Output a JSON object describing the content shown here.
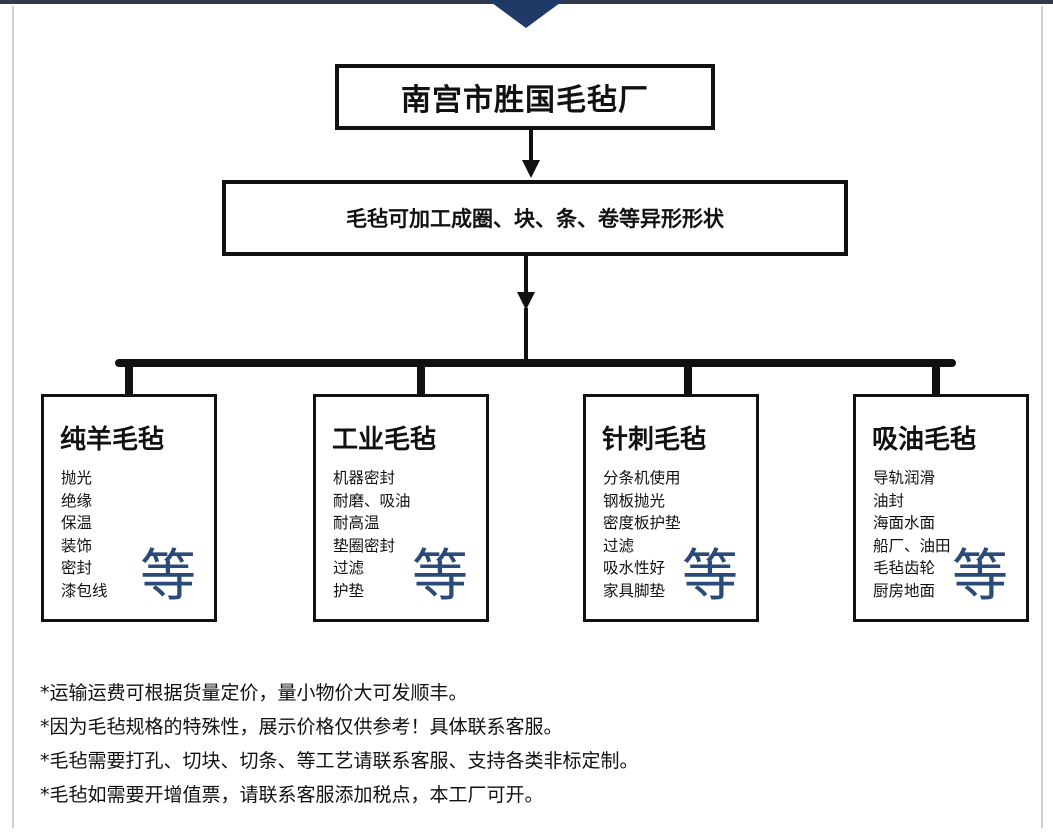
{
  "factory": {
    "name": "南宫市胜国毛毡厂"
  },
  "process": {
    "text": "毛毡可加工成圈、块、条、卷等异形形状"
  },
  "categories": [
    {
      "title": "纯羊毛毡",
      "items": [
        "抛光",
        "绝缘",
        "保温",
        "装饰",
        "密封",
        "漆包线"
      ],
      "etc": "等"
    },
    {
      "title": "工业毛毡",
      "items": [
        "机器密封",
        "耐磨、吸油",
        "耐高温",
        "垫圈密封",
        "过滤",
        "护垫"
      ],
      "etc": "等"
    },
    {
      "title": "针刺毛毡",
      "items": [
        "分条机使用",
        "钢板抛光",
        "密度板护垫",
        "过滤",
        "吸水性好",
        "家具脚垫"
      ],
      "etc": "等"
    },
    {
      "title": "吸油毛毡",
      "items": [
        "导轨润滑",
        "油封",
        "海面水面",
        "船厂、油田",
        "毛毡齿轮",
        "厨房地面"
      ],
      "etc": "等"
    }
  ],
  "notes": [
    "*运输运费可根据货量定价，量小物价大可发顺丰。",
    "*因为毛毡规格的特殊性，展示价格仅供参考！具体联系客服。",
    "*毛毡需要打孔、切块、切条、等工艺请联系客服、支持各类非标定制。",
    "*毛毡如需要开增值票，请联系客服添加税点，本工厂可开。"
  ],
  "colors": {
    "accent": "#2a4a78",
    "header_notch": "#1f3a66",
    "lines": "#111111"
  }
}
